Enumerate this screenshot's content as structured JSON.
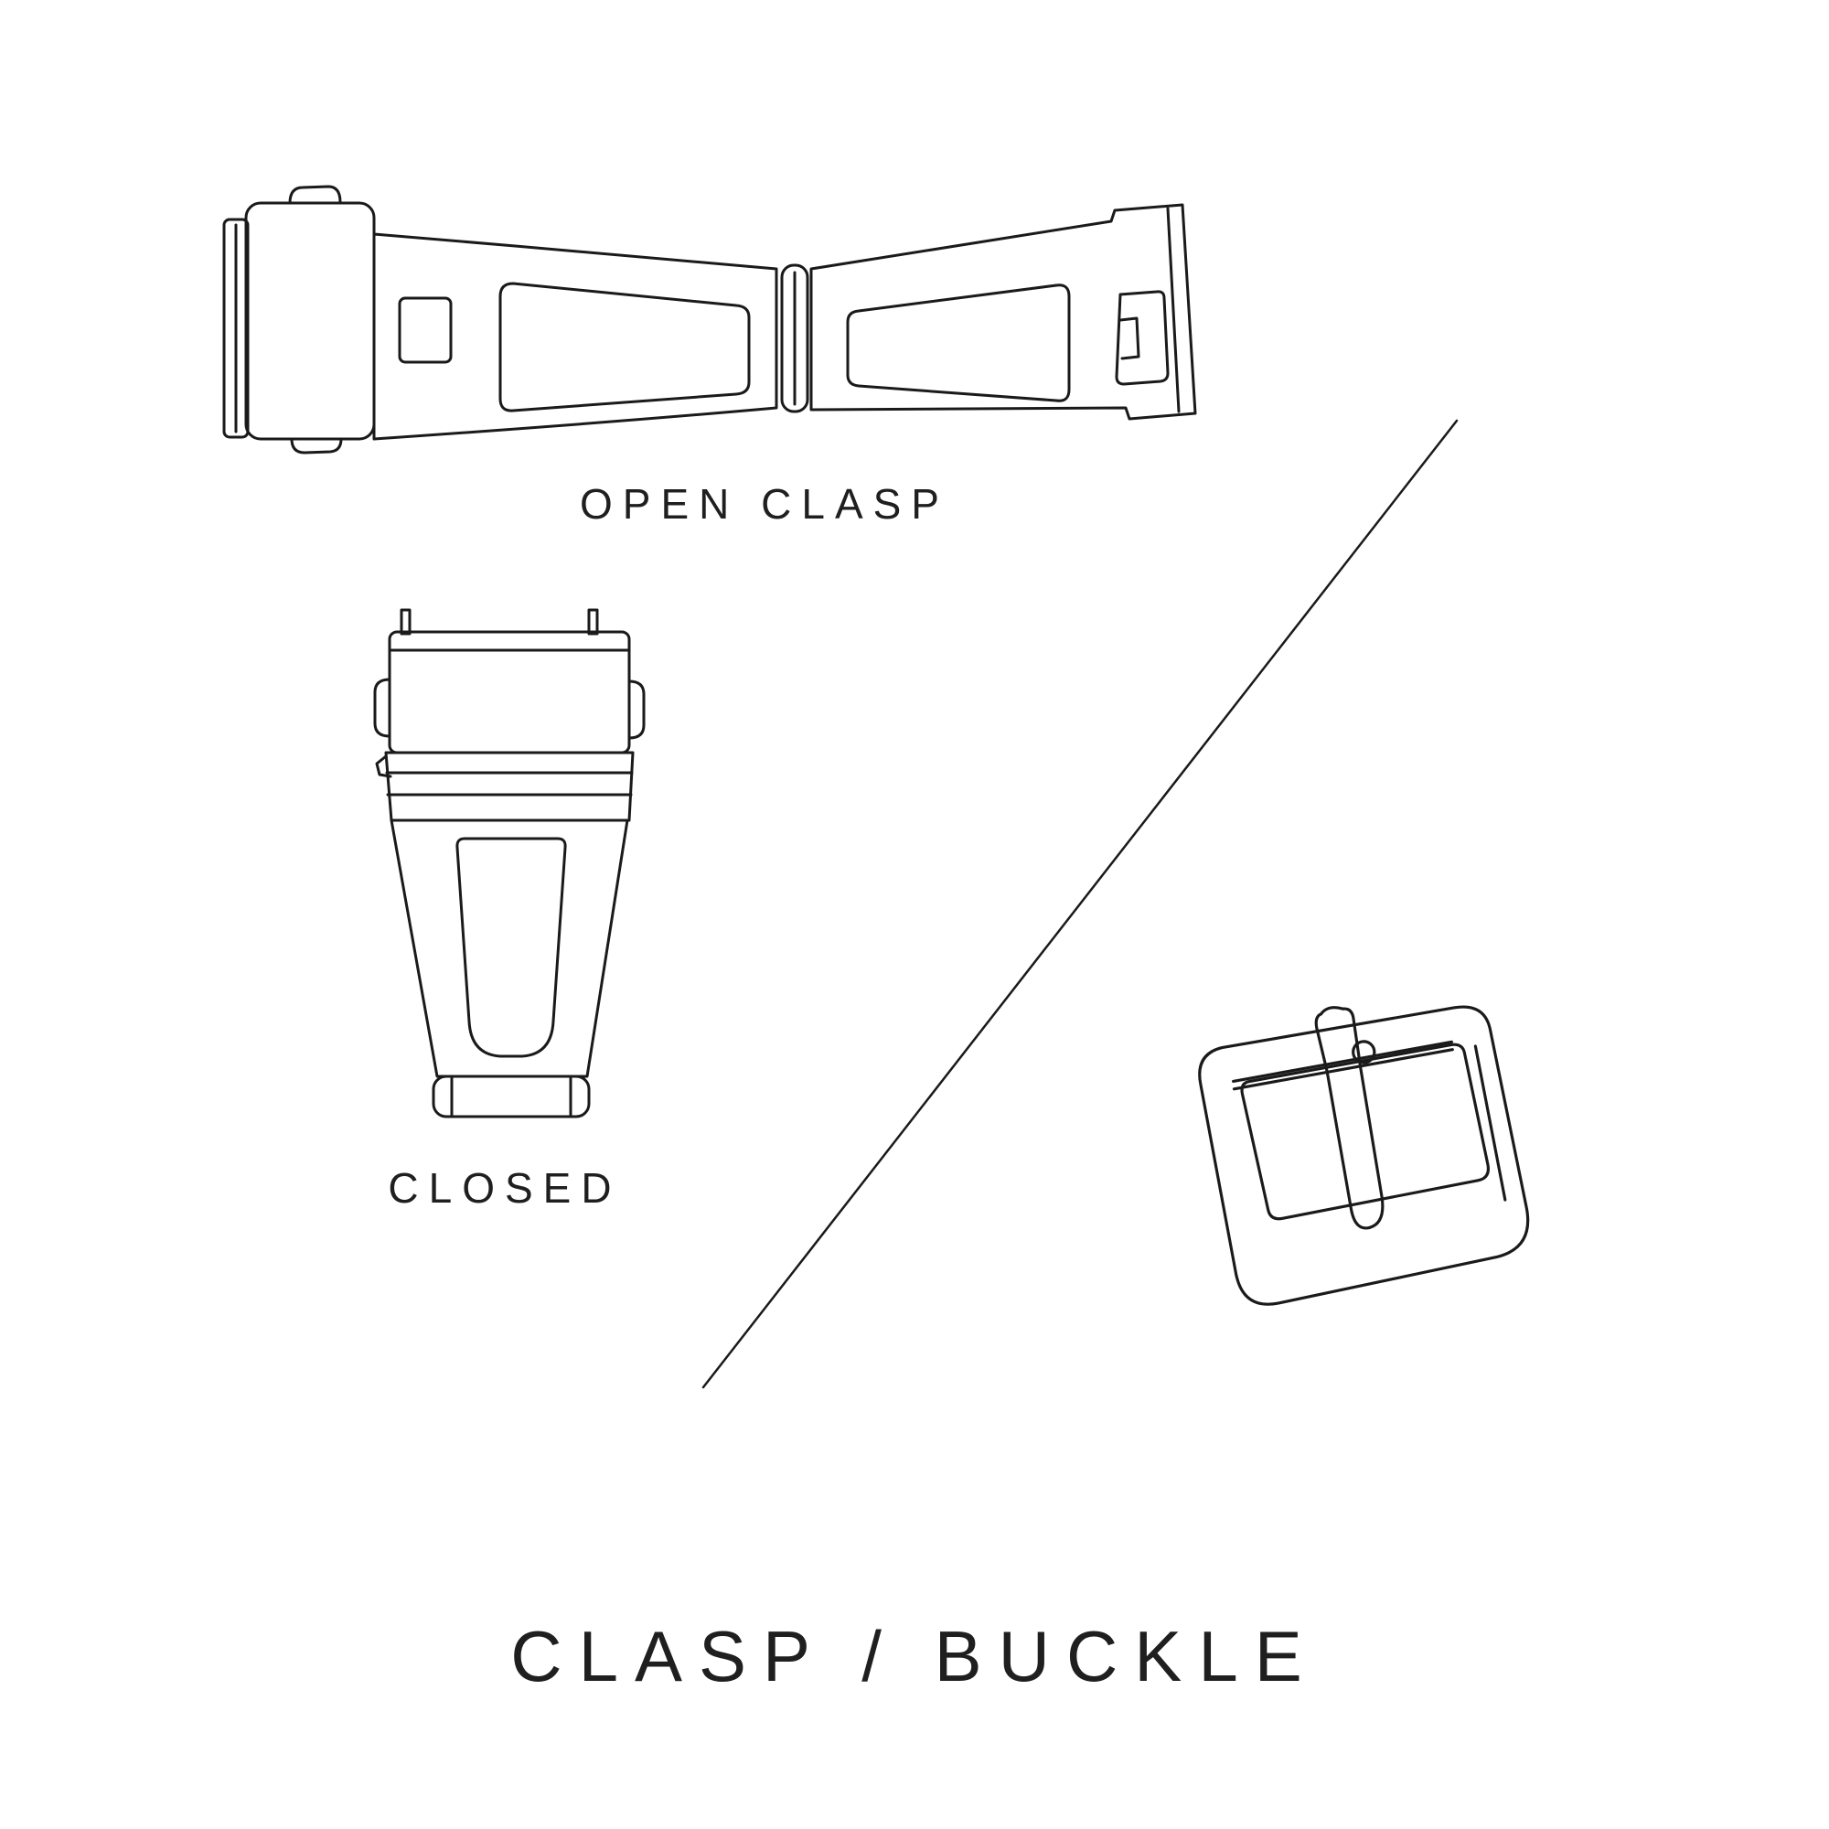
{
  "page": {
    "background": "#ffffff",
    "line_color": "#1a1a1a",
    "text_color": "#1f1f1f"
  },
  "figures": {
    "open_clasp": {
      "icon": "open-clasp-illustration",
      "label": "OPEN CLASP"
    },
    "closed_clasp": {
      "icon": "closed-clasp-illustration",
      "label": "CLOSED"
    },
    "buckle": {
      "icon": "tang-buckle-illustration"
    }
  },
  "title": "CLASP / BUCKLE"
}
